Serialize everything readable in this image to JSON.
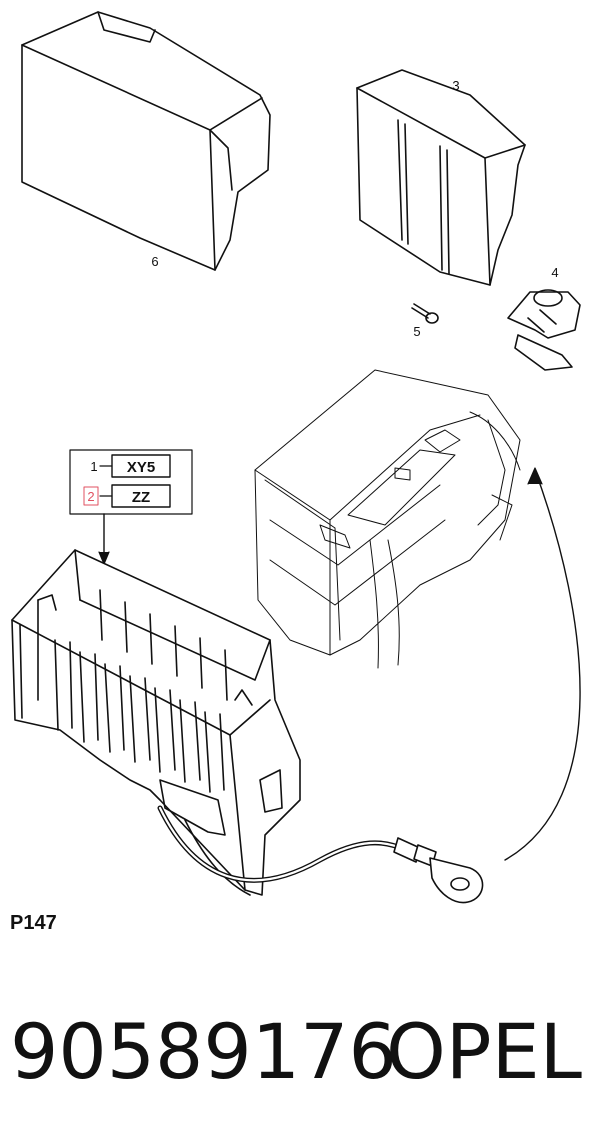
{
  "diagram": {
    "figure_id": "P147",
    "callouts": {
      "c1": "1",
      "c2": "2",
      "c3": "3",
      "c4": "4",
      "c5": "5",
      "c6": "6"
    },
    "legend": [
      {
        "key": "1",
        "code": "XY5"
      },
      {
        "key": "2",
        "code": "ZZ"
      }
    ]
  },
  "footer": {
    "part_number": "90589176",
    "brand": "OPEL"
  },
  "colors": {
    "line": "#111111",
    "highlight": "#e05060"
  }
}
